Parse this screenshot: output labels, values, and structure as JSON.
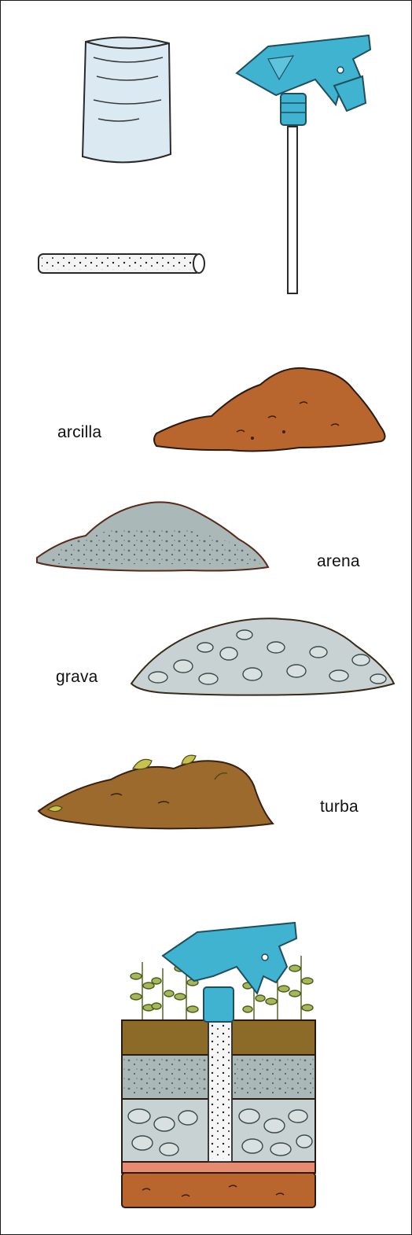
{
  "labels": {
    "clay": "arcilla",
    "sand": "arena",
    "gravel": "grava",
    "peat": "turba"
  },
  "colors": {
    "sprayer": "#3fb3cf",
    "clay": "#b8652e",
    "sand": "#aab8b8",
    "gravel": "#c9d2d2",
    "peat": "#9b6a2c",
    "plant": "#a6b65a",
    "bottle": "#dbe9f2",
    "outline": "#2a1a12"
  },
  "icons": [
    "plastic-bottle-icon",
    "spray-trigger-icon",
    "perforated-tube-icon",
    "terrarium-icon"
  ]
}
